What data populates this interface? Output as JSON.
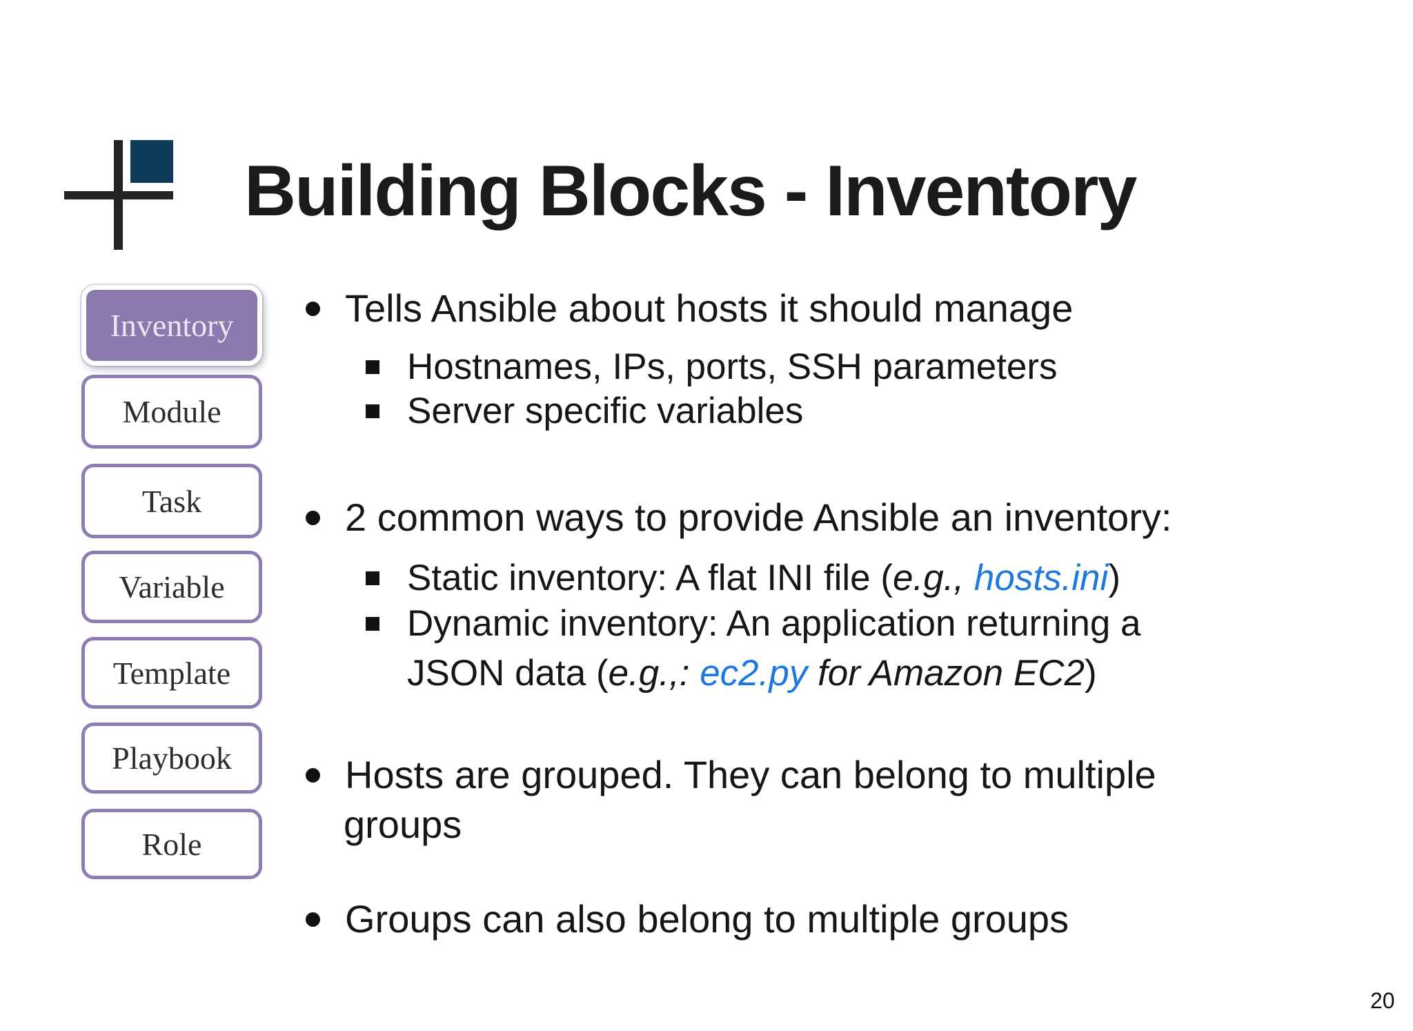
{
  "title": "Building Blocks - Inventory",
  "page_number": "20",
  "colors": {
    "logo_navy": "#103c5c",
    "logo_bar": "#232323",
    "sidebar_purple_fill": "#8b79ae",
    "sidebar_purple_border": "#8e7cb5",
    "link_blue": "#1e78e0"
  },
  "sidebar": {
    "items": [
      {
        "label": "Inventory",
        "active": true
      },
      {
        "label": "Module",
        "active": false
      },
      {
        "label": "Task",
        "active": false
      },
      {
        "label": "Variable",
        "active": false
      },
      {
        "label": "Template",
        "active": false
      },
      {
        "label": "Playbook",
        "active": false
      },
      {
        "label": "Role",
        "active": false
      }
    ]
  },
  "content": {
    "b1": "Tells Ansible about hosts it should manage",
    "b1_s1": "Hostnames, IPs, ports, SSH parameters",
    "b1_s2": "Server specific variables",
    "b2": "2 common ways to provide Ansible an inventory:",
    "b2_s1_pre": "Static inventory: A flat INI file (",
    "b2_s1_eg": "e.g., ",
    "b2_s1_link": "hosts.ini",
    "b2_s1_close": ")",
    "b2_s2_l1": "Dynamic inventory: An application returning a",
    "b2_s2_l2_pre": "JSON data (",
    "b2_s2_l2_eg": "e.g.,: ",
    "b2_s2_l2_link": "ec2.py",
    "b2_s2_l2_it": " for Amazon EC2",
    "b2_s2_l2_close": ")",
    "b3_l1": "Hosts are grouped. They can belong to multiple",
    "b3_l2": "groups",
    "b4": "Groups can also belong to multiple groups"
  }
}
